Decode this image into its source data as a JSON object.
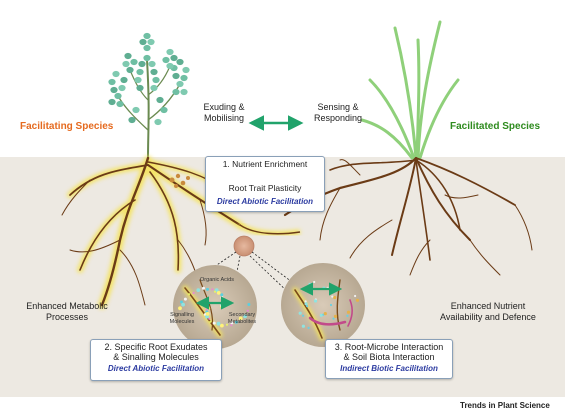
{
  "left_species": "Facilitating Species",
  "right_species": "Facilitated Species",
  "center_left": "Exuding &\nMobilising",
  "center_right": "Sensing &\nResponding",
  "box1": {
    "line1": "1. Nutrient Enrichment",
    "line2": "Root Trait Plasticity",
    "facilitation": "Direct Abiotic Facilitation"
  },
  "left_process": "Enhanced Metabolic\nProcesses",
  "right_process": "Enhanced Nutrient\nAvailability and Defence",
  "box2": {
    "line1": "2. Specific Root Exudates",
    "line2": "& Sinalling Molecules",
    "facilitation": "Direct Abiotic Facilitation"
  },
  "box3": {
    "line1": "3. Root-Microbe Interaction",
    "line2": "& Soil Biota Interaction",
    "facilitation": "Indirect Biotic Facilitation"
  },
  "circle_labels": {
    "organic_acids": "Organic Acids",
    "signalling": "Signalling\nMolecules",
    "secondary": "Secondary\nMetabolites"
  },
  "credit": "Trends in Plant Science",
  "colors": {
    "facilitating": "#e56a1f",
    "facilitated": "#2e8b1e",
    "arrow_green": "#21a36b",
    "arrow_red": "#d23a3a",
    "arrow_blue": "#2f45c4",
    "soil": "#ede9e2",
    "root_glow": "#f3de4a",
    "root": "#6b3b16"
  }
}
